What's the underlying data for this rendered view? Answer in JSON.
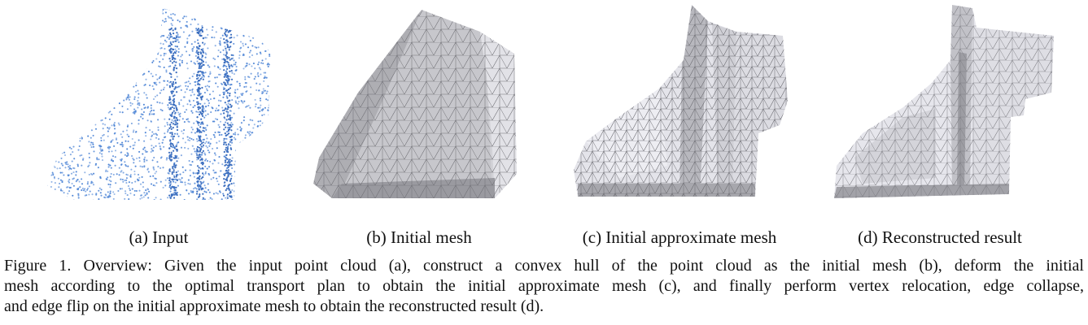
{
  "figure": {
    "subcaptions": [
      "(a) Input",
      "(b) Initial mesh",
      "(c) Initial approximate mesh",
      "(d) Reconstructed result"
    ],
    "caption_lines": [
      "Figure 1. Overview: Given the input point cloud (a), construct a convex hull of the point cloud as the initial mesh (b), deform the initial",
      "mesh according to the optimal transport plan to obtain the initial approximate mesh (c), and finally perform vertex relocation, edge collapse,",
      "and edge flip on the initial approximate mesh to obtain the reconstructed result (d)."
    ]
  },
  "colors": {
    "point_blue": "#4f86d6",
    "mesh_light": "#e4e4ea",
    "mesh_mid": "#c9c9cf",
    "mesh_dark": "#9a9a9f",
    "mesh_edge": "#6c6c72"
  }
}
